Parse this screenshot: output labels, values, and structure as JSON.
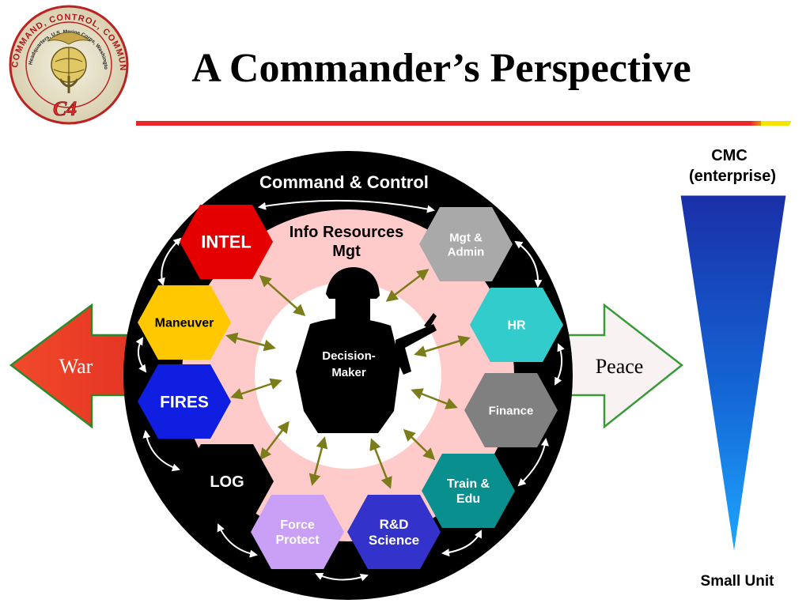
{
  "slide": {
    "title": "A Commander’s Perspective"
  },
  "logo": {
    "ring_text": "COMMAND, CONTROL, COMMUNICATIONS AND COMPUTERS",
    "inner_text": "Headquarters, U.S. Marine Corps, Washington, D.C.",
    "badge": "C4"
  },
  "colors": {
    "title_bar_red": "#e8262b",
    "title_bar_yellow": "#f5e400",
    "circle_black": "#000000",
    "ring_pink": "#ffcaca",
    "arrow_olive": "#7b7d1a",
    "war_red": "#e43d28",
    "peace_green": "#3a9a3a"
  },
  "diagram": {
    "top_label": "Command & Control",
    "center_label": "Info Resources Mgt",
    "figure_label": "Decision-Maker",
    "left_arrow": "War",
    "right_arrow": "Peace",
    "nodes": [
      {
        "id": "intel",
        "label": "INTEL",
        "color": "#e50000"
      },
      {
        "id": "maneuver",
        "label": "Maneuver",
        "color": "#ffc800"
      },
      {
        "id": "fires",
        "label": "FIRES",
        "color": "#0f1ee0"
      },
      {
        "id": "log",
        "label": "LOG",
        "color": "#000000"
      },
      {
        "id": "force",
        "label": "Force Protect",
        "color": "#c9a0f5"
      },
      {
        "id": "rd",
        "label": "R&D Science",
        "color": "#3333cc"
      },
      {
        "id": "train",
        "label": "Train & Edu",
        "color": "#0a8f8f"
      },
      {
        "id": "finance",
        "label": "Finance",
        "color": "#808080"
      },
      {
        "id": "hr",
        "label": "HR",
        "color": "#33cccc"
      },
      {
        "id": "mgt",
        "label": "Mgt & Admin",
        "color": "#a9a9a9"
      }
    ]
  },
  "scale": {
    "top_label": "CMC (enterprise)",
    "bottom_label": "Small Unit"
  }
}
